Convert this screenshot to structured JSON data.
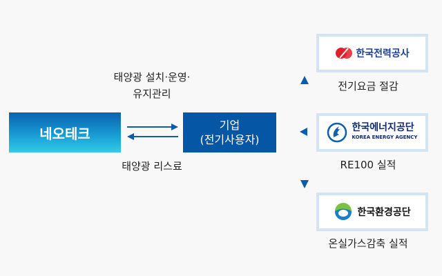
{
  "diagram": {
    "provider": "네오테크",
    "customer": {
      "line1": "기업",
      "line2": "(전기사용자)"
    },
    "flow_top_label": {
      "line1": "태양광 설치·운영·",
      "line2": "유지관리"
    },
    "flow_bottom_label": "태양광 리스료",
    "partners": [
      {
        "name": "한국전력공사",
        "subname": "",
        "benefit": "전기요금 절감",
        "icon": "kepco-logo-icon",
        "color": "#1a3e96",
        "accent": "#e0202a"
      },
      {
        "name": "한국에너지공단",
        "subname": "KOREA ENERGY AGENCY",
        "benefit": "RE100 실적",
        "icon": "energy-agency-logo-icon",
        "color": "#0d2a6e",
        "accent": "#0d5fb0"
      },
      {
        "name": "한국환경공단",
        "subname": "",
        "benefit": "온실가스감축 실적",
        "icon": "environment-corp-logo-icon",
        "color": "#111111",
        "accent": "#1a7fc4"
      }
    ],
    "colors": {
      "arrow": "#0b5cab",
      "box_border": "#d3e4f4",
      "company_box": "#0656a6"
    }
  }
}
